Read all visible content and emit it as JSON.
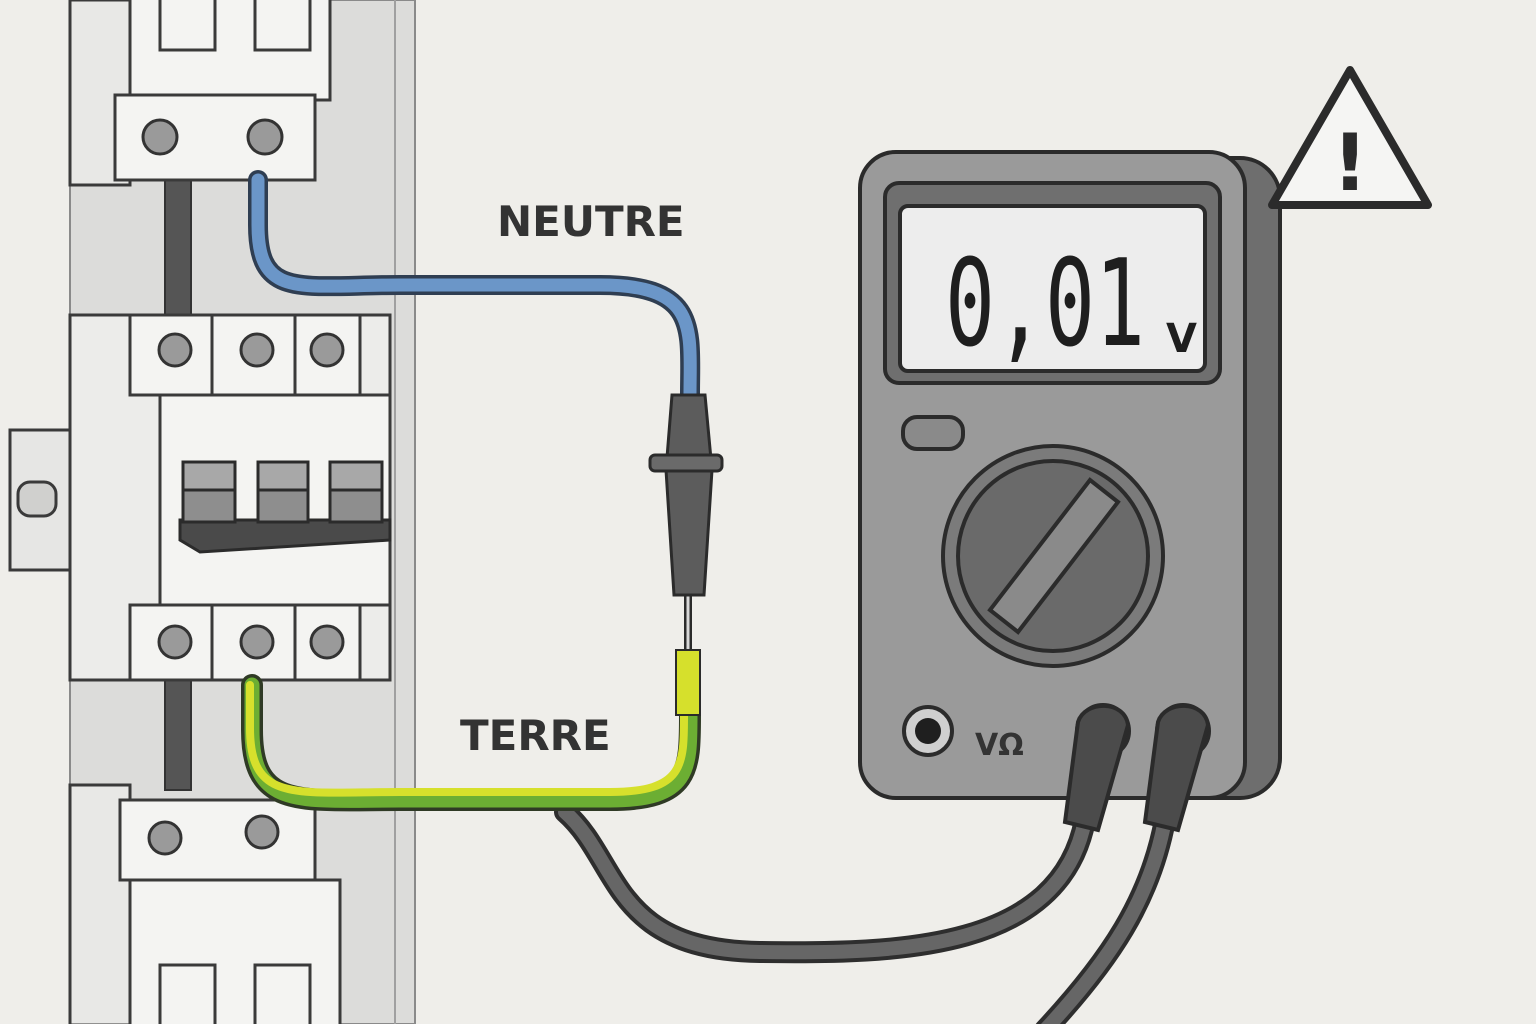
{
  "labels": {
    "neutral": "NEUTRE",
    "earth": "TERRE"
  },
  "meter": {
    "reading": "0,01",
    "unit": "V",
    "jack_label": "VΩ"
  },
  "warning": {
    "icon": "warning-triangle-icon",
    "symbol": "!"
  },
  "colors": {
    "neutral_wire": "#6b96c8",
    "earth_wire_yellow": "#d6e02c",
    "earth_wire_green": "#6cae33",
    "test_lead": "#5d5d5d",
    "meter_body": "#9a9a9a",
    "lcd_screen": "#ededed",
    "outline": "#3a3a3a"
  }
}
